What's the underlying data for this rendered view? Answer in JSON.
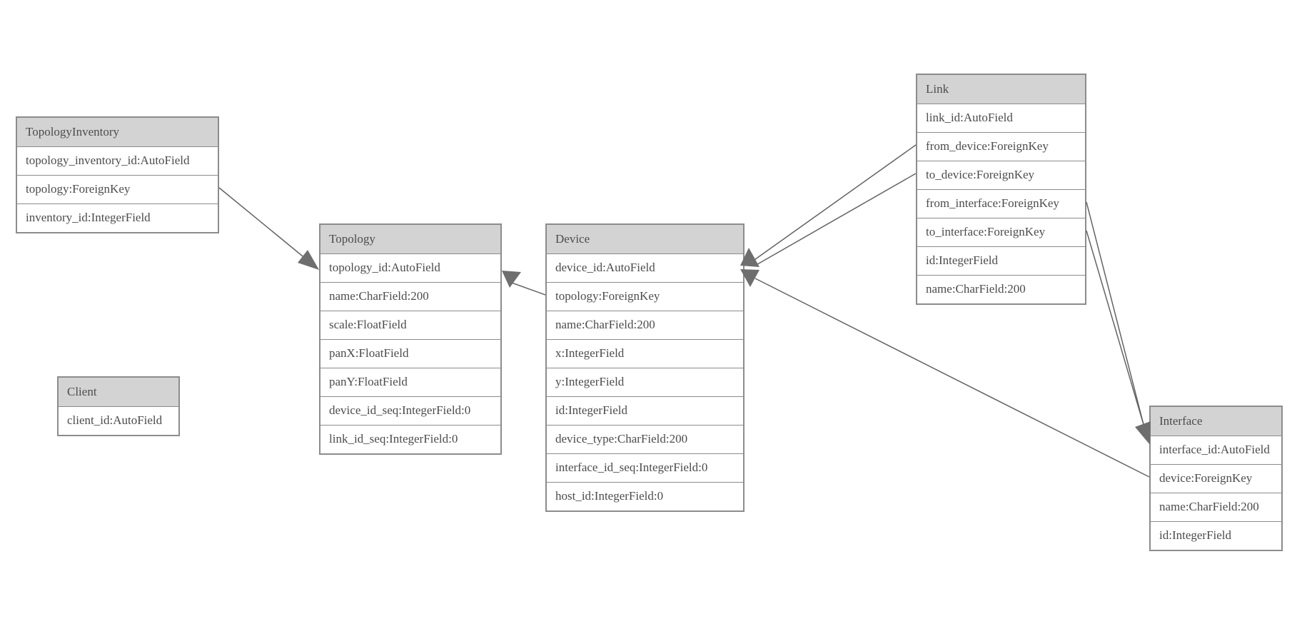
{
  "diagram": {
    "background_color": "#ffffff",
    "colors": {
      "entity_header_fill": "#d3d3d3",
      "entity_border": "#8c8c8c",
      "entity_text": "#4c4c4c",
      "relation_line": "#636363",
      "arrowhead_fill": "#6e6e6e"
    },
    "tables": [
      {
        "name": "TopologyInventory",
        "fields": [
          "topology_inventory_id:AutoField",
          "topology:ForeignKey",
          "inventory_id:IntegerField"
        ]
      },
      {
        "name": "Topology",
        "fields": [
          "topology_id:AutoField",
          "name:CharField:200",
          "scale:FloatField",
          "panX:FloatField",
          "panY:FloatField",
          "device_id_seq:IntegerField:0",
          "link_id_seq:IntegerField:0"
        ]
      },
      {
        "name": "Client",
        "fields": [
          "client_id:AutoField"
        ]
      },
      {
        "name": "Device",
        "fields": [
          "device_id:AutoField",
          "topology:ForeignKey",
          "name:CharField:200",
          "x:IntegerField",
          "y:IntegerField",
          "id:IntegerField",
          "device_type:CharField:200",
          "interface_id_seq:IntegerField:0",
          "host_id:IntegerField:0"
        ]
      },
      {
        "name": "Link",
        "fields": [
          "link_id:AutoField",
          "from_device:ForeignKey",
          "to_device:ForeignKey",
          "from_interface:ForeignKey",
          "to_interface:ForeignKey",
          "id:IntegerField",
          "name:CharField:200"
        ]
      },
      {
        "name": "Interface",
        "fields": [
          "interface_id:AutoField",
          "device:ForeignKey",
          "name:CharField:200",
          "id:IntegerField"
        ]
      }
    ],
    "relations": [
      {
        "from": "TopologyInventory.topology",
        "to": "Topology"
      },
      {
        "from": "Device.topology",
        "to": "Topology"
      },
      {
        "from": "Link.from_device",
        "to": "Device"
      },
      {
        "from": "Link.to_device",
        "to": "Device"
      },
      {
        "from": "Link.from_interface",
        "to": "Interface"
      },
      {
        "from": "Link.to_interface",
        "to": "Interface"
      },
      {
        "from": "Interface.device",
        "to": "Device"
      }
    ]
  }
}
